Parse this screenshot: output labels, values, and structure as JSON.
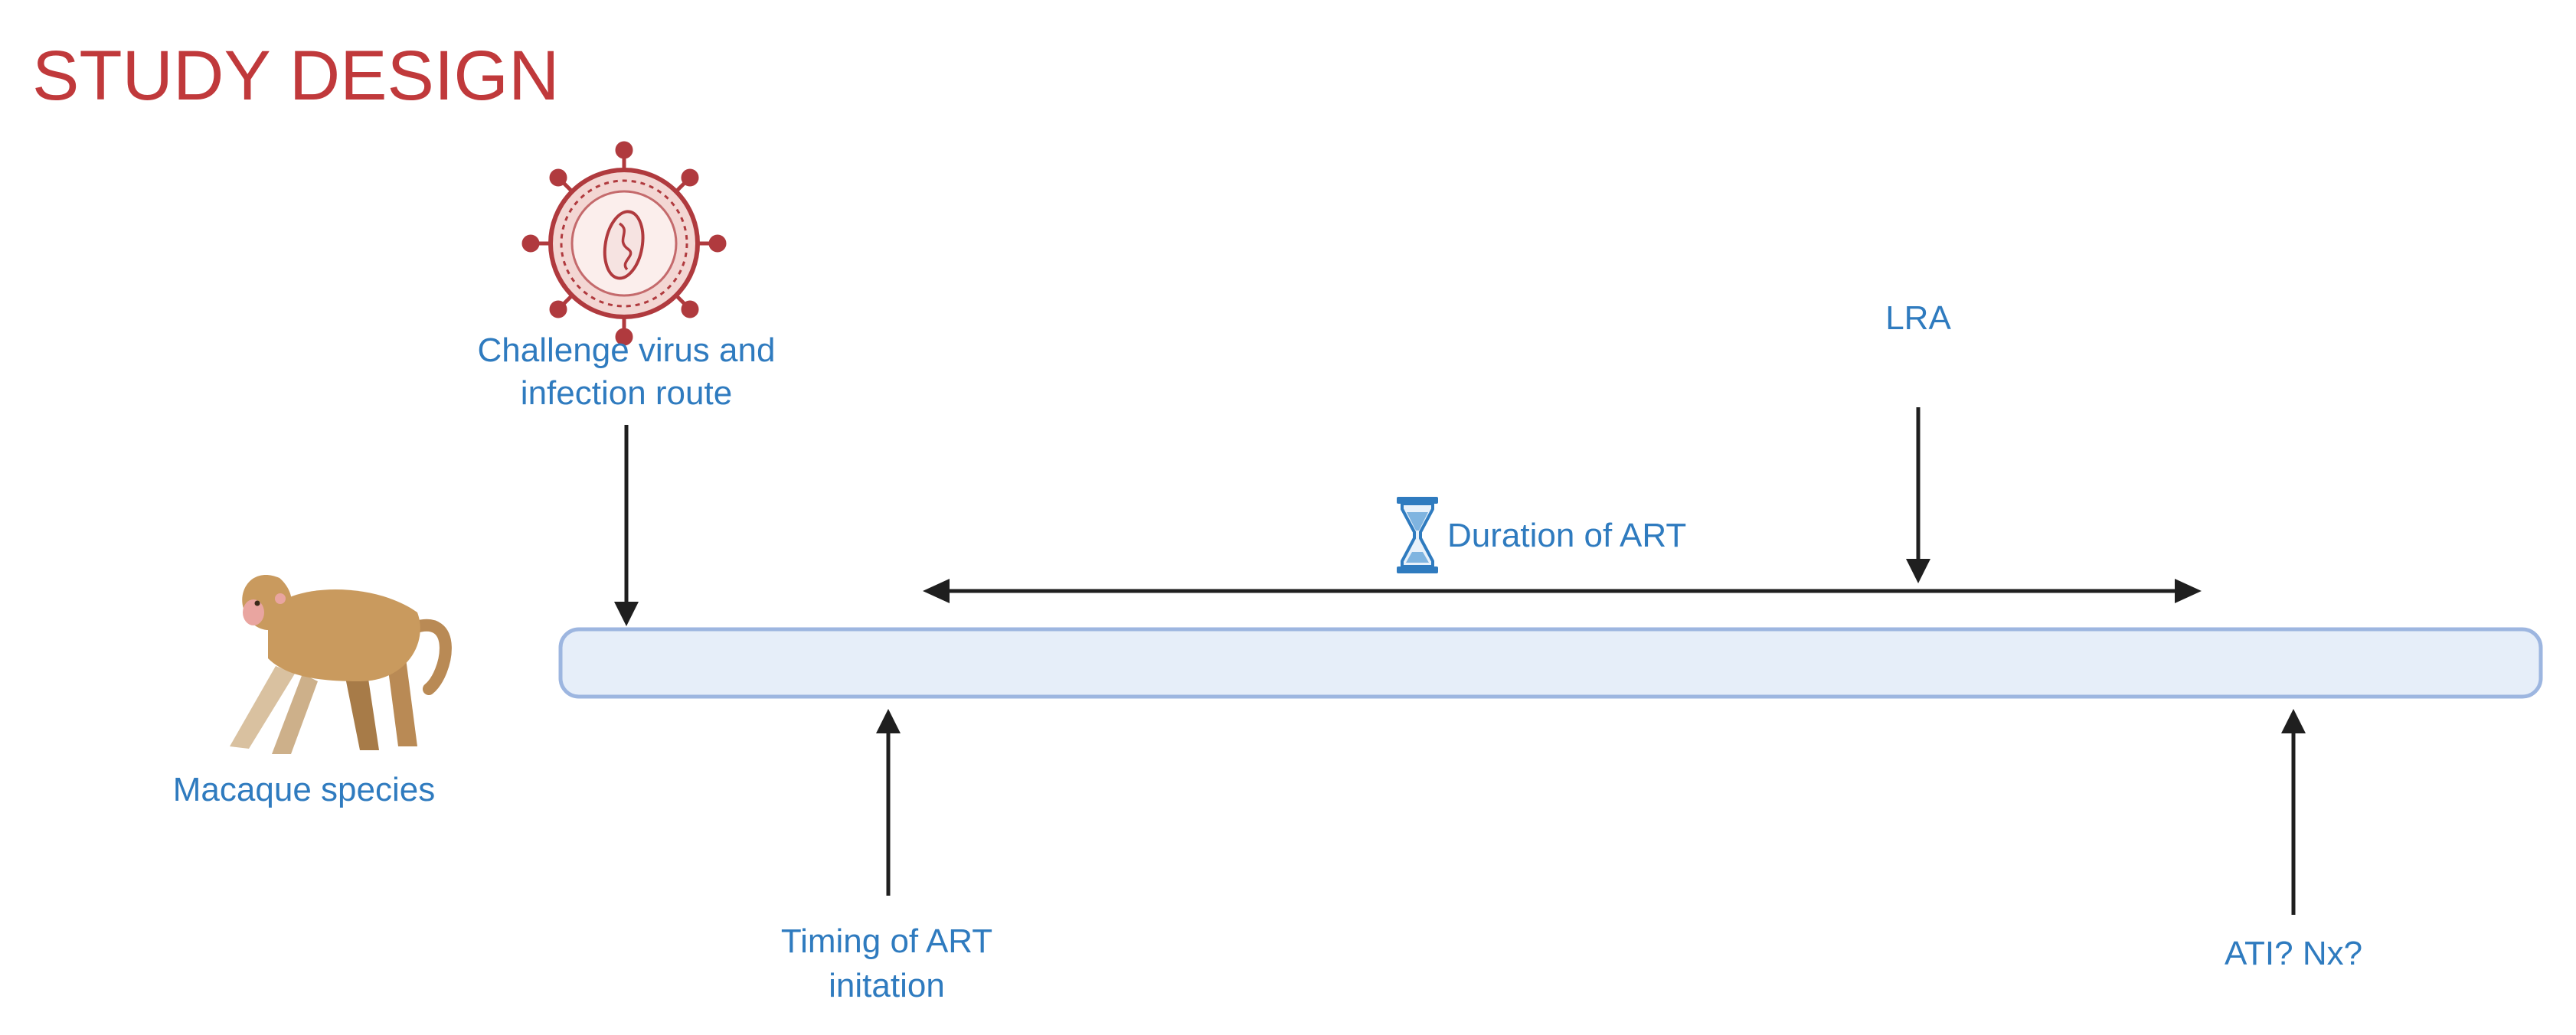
{
  "diagram": {
    "title": "STUDY DESIGN",
    "labels": {
      "challenge_line1": "Challenge virus and",
      "challenge_line2": "infection route",
      "macaque": "Macaque species",
      "lra": "LRA",
      "duration": "Duration of ART",
      "timing_line1": "Timing of ART",
      "timing_line2": "initation",
      "ati": "ATI? Nx?"
    },
    "icons": [
      "virus-icon",
      "hourglass-icon",
      "macaque-icon"
    ],
    "colors": {
      "title": "#c0393b",
      "label": "#2f7bbf",
      "timeline_fill": "#e6eef9",
      "timeline_border": "#9db6e0",
      "arrow": "#1f1f1f",
      "virus": "#b03a3e",
      "macaque_fur": "#c99a5e"
    }
  }
}
